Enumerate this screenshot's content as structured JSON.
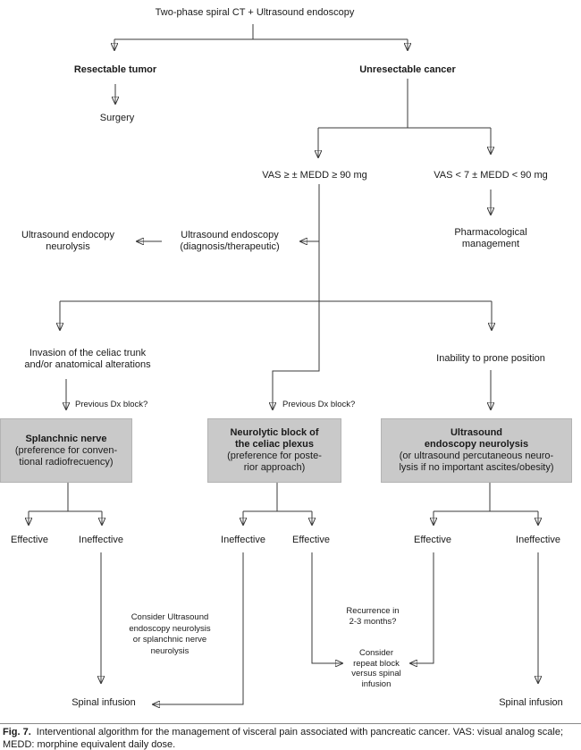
{
  "flowchart": {
    "root": "Two-phase spiral CT + Ultrasound endoscopy",
    "resectable_tumor": "Resectable tumor",
    "surgery": "Surgery",
    "unresectable_cancer": "Unresectable cancer",
    "vas_high": "VAS ≥ ± MEDD ≥ 90 mg",
    "vas_low": "VAS < 7 ± MEDD < 90 mg",
    "pharmacological": "Pharmacological\nmanagement",
    "us_endoscopy_dx": "Ultrasound endoscopy\n(diagnosis/therapeutic)",
    "us_endoscopy_neurolysis": "Ultrasound endocopy\nneurolysis",
    "invasion_celiac": "Invasion of the celiac trunk\nand/or anatomical alterations",
    "inability_prone": "Inability to prone position",
    "previous_dx_block_left": "Previous Dx block?",
    "previous_dx_block_mid": "Previous Dx block?",
    "box_splanchnic_title": "Splanchnic nerve",
    "box_splanchnic_sub": "(preference for conven-\ntional radiofrecuency)",
    "box_neurolytic_title": "Neurolytic block of\nthe celiac plexus",
    "box_neurolytic_sub": "(preference for poste-\nrior approach)",
    "box_us_title": "Ultrasound\nendoscopy neurolysis",
    "box_us_sub": "(or ultrasound percutaneous neuro-\nlysis if no important ascites/obesity)",
    "outcome_1_left": "Effective",
    "outcome_1_right": "Ineffective",
    "outcome_2_left": "Ineffective",
    "outcome_2_right": "Effective",
    "outcome_3_left": "Effective",
    "outcome_3_right": "Ineffective",
    "consider_us_neurolysis": "Consider Ultrasound\nendoscopy neurolysis\nor splanchnic nerve\nneurolysis",
    "recurrence": "Recurrence in\n2-3 months?",
    "consider_repeat": "Consider\nrepeat block\nversus spinal\ninfusion",
    "spinal_infusion_left": "Spinal infusion",
    "spinal_infusion_right": "Spinal infusion"
  },
  "caption": {
    "label": "Fig. 7.",
    "text": "Interventional algorithm for the management of visceral pain associated with pancreatic cancer. VAS: visual analog scale; MEDD: morphine equivalent daily dose."
  },
  "colors": {
    "box_fill": "#c9c9c9",
    "line": "#3a3a3a"
  }
}
